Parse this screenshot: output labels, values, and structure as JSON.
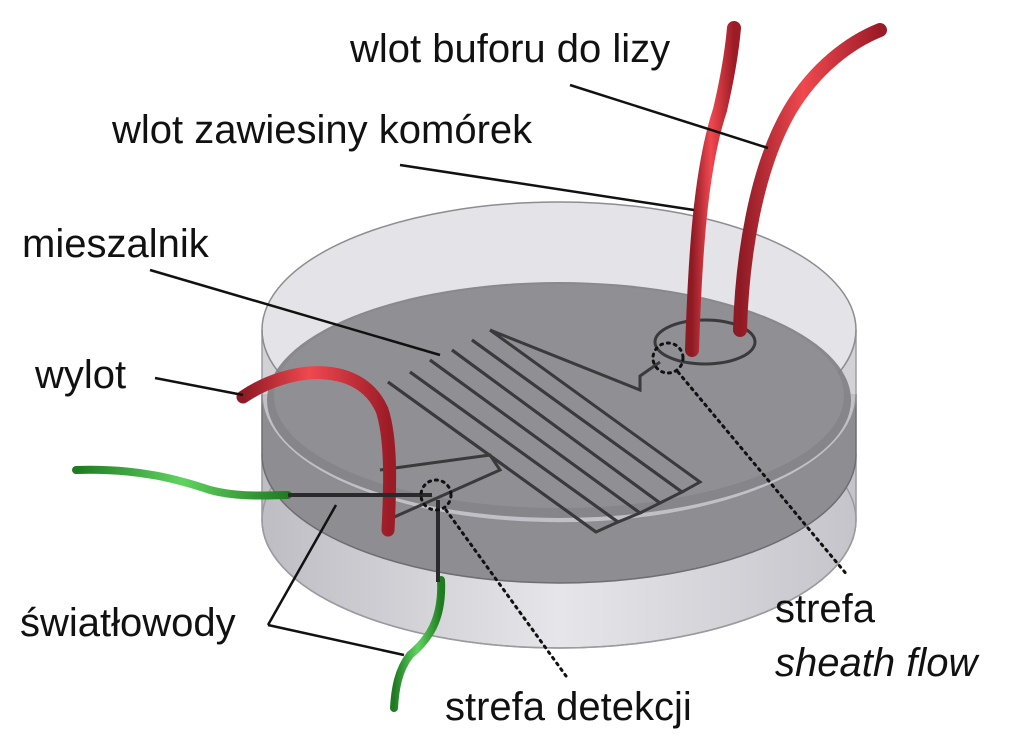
{
  "labels": {
    "lysis_buffer_inlet": "wlot buforu do lizy",
    "cell_suspension_inlet": "wlot zawiesiny komórek",
    "mixer": "mieszalnik",
    "outlet": "wylot",
    "optical_fibers": "światłowody",
    "sheath_zone_line1": "strefa",
    "sheath_zone_line2": "sheath flow",
    "detection_zone": "strefa detekcji"
  },
  "colors": {
    "tubing": "#d9282f",
    "tubing_dark": "#8e1a24",
    "fiber": "#37b53a",
    "fiber_dark": "#1f7a22",
    "disc_glass": "#d6d6db",
    "disc_top": "#8f8f93",
    "channels": "#3a3a3c"
  }
}
